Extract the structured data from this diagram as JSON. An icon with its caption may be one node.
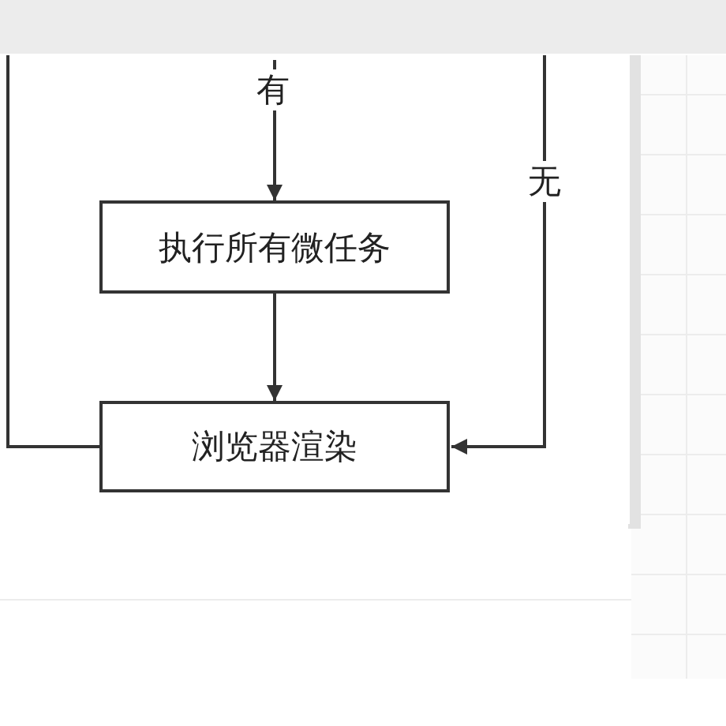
{
  "diagram": {
    "nodes": [
      {
        "text": [
          "执行所有微任务"
        ]
      },
      {
        "text": [
          "浏览器渲染"
        ]
      }
    ],
    "edges": [
      {
        "from": null,
        "to": 0,
        "label": "有",
        "arrow": "to"
      },
      {
        "from": 0,
        "to": 1,
        "arrow": "to"
      },
      {
        "from": null,
        "to": 1,
        "arrow": "none"
      },
      {
        "from": null,
        "to": 1,
        "label": "无",
        "arrow": "to"
      }
    ]
  }
}
